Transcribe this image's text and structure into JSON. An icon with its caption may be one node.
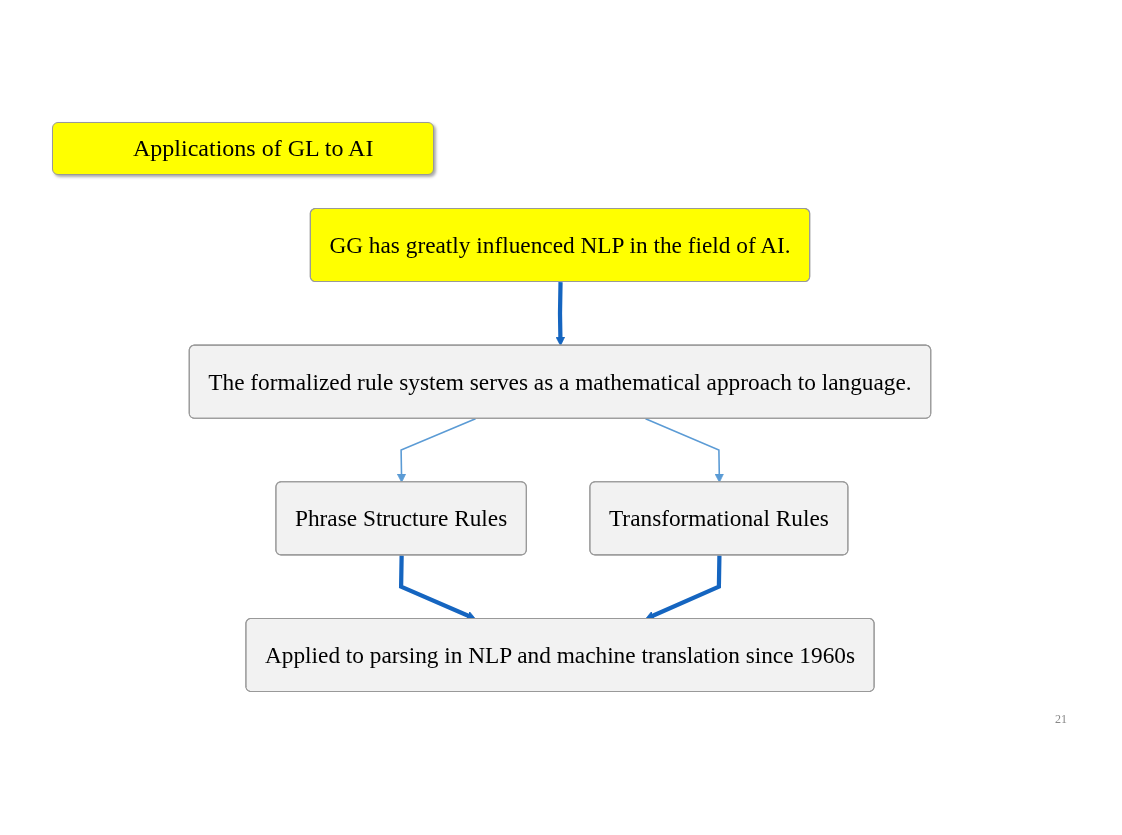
{
  "diagram": {
    "title": "Applications of GL to AI",
    "nodes": [
      {
        "text": [
          "GG has greatly influenced NLP in the field of AI."
        ]
      },
      {
        "text": [
          "The formalized rule system serves as a mathematical approach to language."
        ]
      },
      {
        "text": [
          "Phrase Structure Rules"
        ]
      },
      {
        "text": [
          "Transformational Rules"
        ]
      },
      {
        "text": [
          "Applied to parsing in NLP and machine translation since 1960s"
        ]
      }
    ],
    "edges": [
      {
        "from": 0,
        "to": 1,
        "arrow": "to"
      },
      {
        "from": 1,
        "to": 2,
        "arrow": "to",
        "color": "#5b9bd5"
      },
      {
        "from": 1,
        "to": 3,
        "arrow": "to",
        "color": "#5b9bd5"
      },
      {
        "from": 2,
        "to": 4,
        "arrow": "to"
      },
      {
        "from": 3,
        "to": 4,
        "arrow": "to"
      }
    ],
    "labels": [
      "21"
    ]
  }
}
